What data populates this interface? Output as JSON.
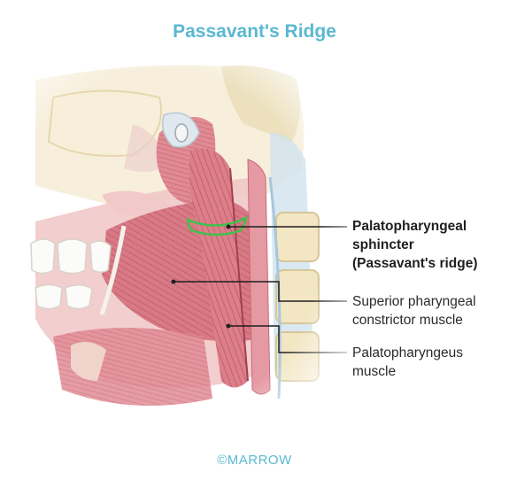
{
  "title": "Passavant's Ridge",
  "watermark": "MARROW",
  "labels": {
    "sphincter": {
      "line1": "Palatopharyngeal",
      "line2": "sphincter",
      "line3": "(Passavant's ridge)"
    },
    "superior": {
      "line1": "Superior pharyngeal",
      "line2": "constrictor muscle"
    },
    "palatopharyngeus": {
      "line1": "Palatopharyngeus",
      "line2": "muscle"
    }
  },
  "footer": "©MARROW",
  "colors": {
    "title": "#5ab8cf",
    "muscle": "#cf6a78",
    "muscle_dark": "#b24a5a",
    "bone": "#f1e4c2",
    "highlight": "#3ec24a",
    "leader": "#1f1f1f"
  },
  "icons": {
    "leader_marker": "dot"
  }
}
